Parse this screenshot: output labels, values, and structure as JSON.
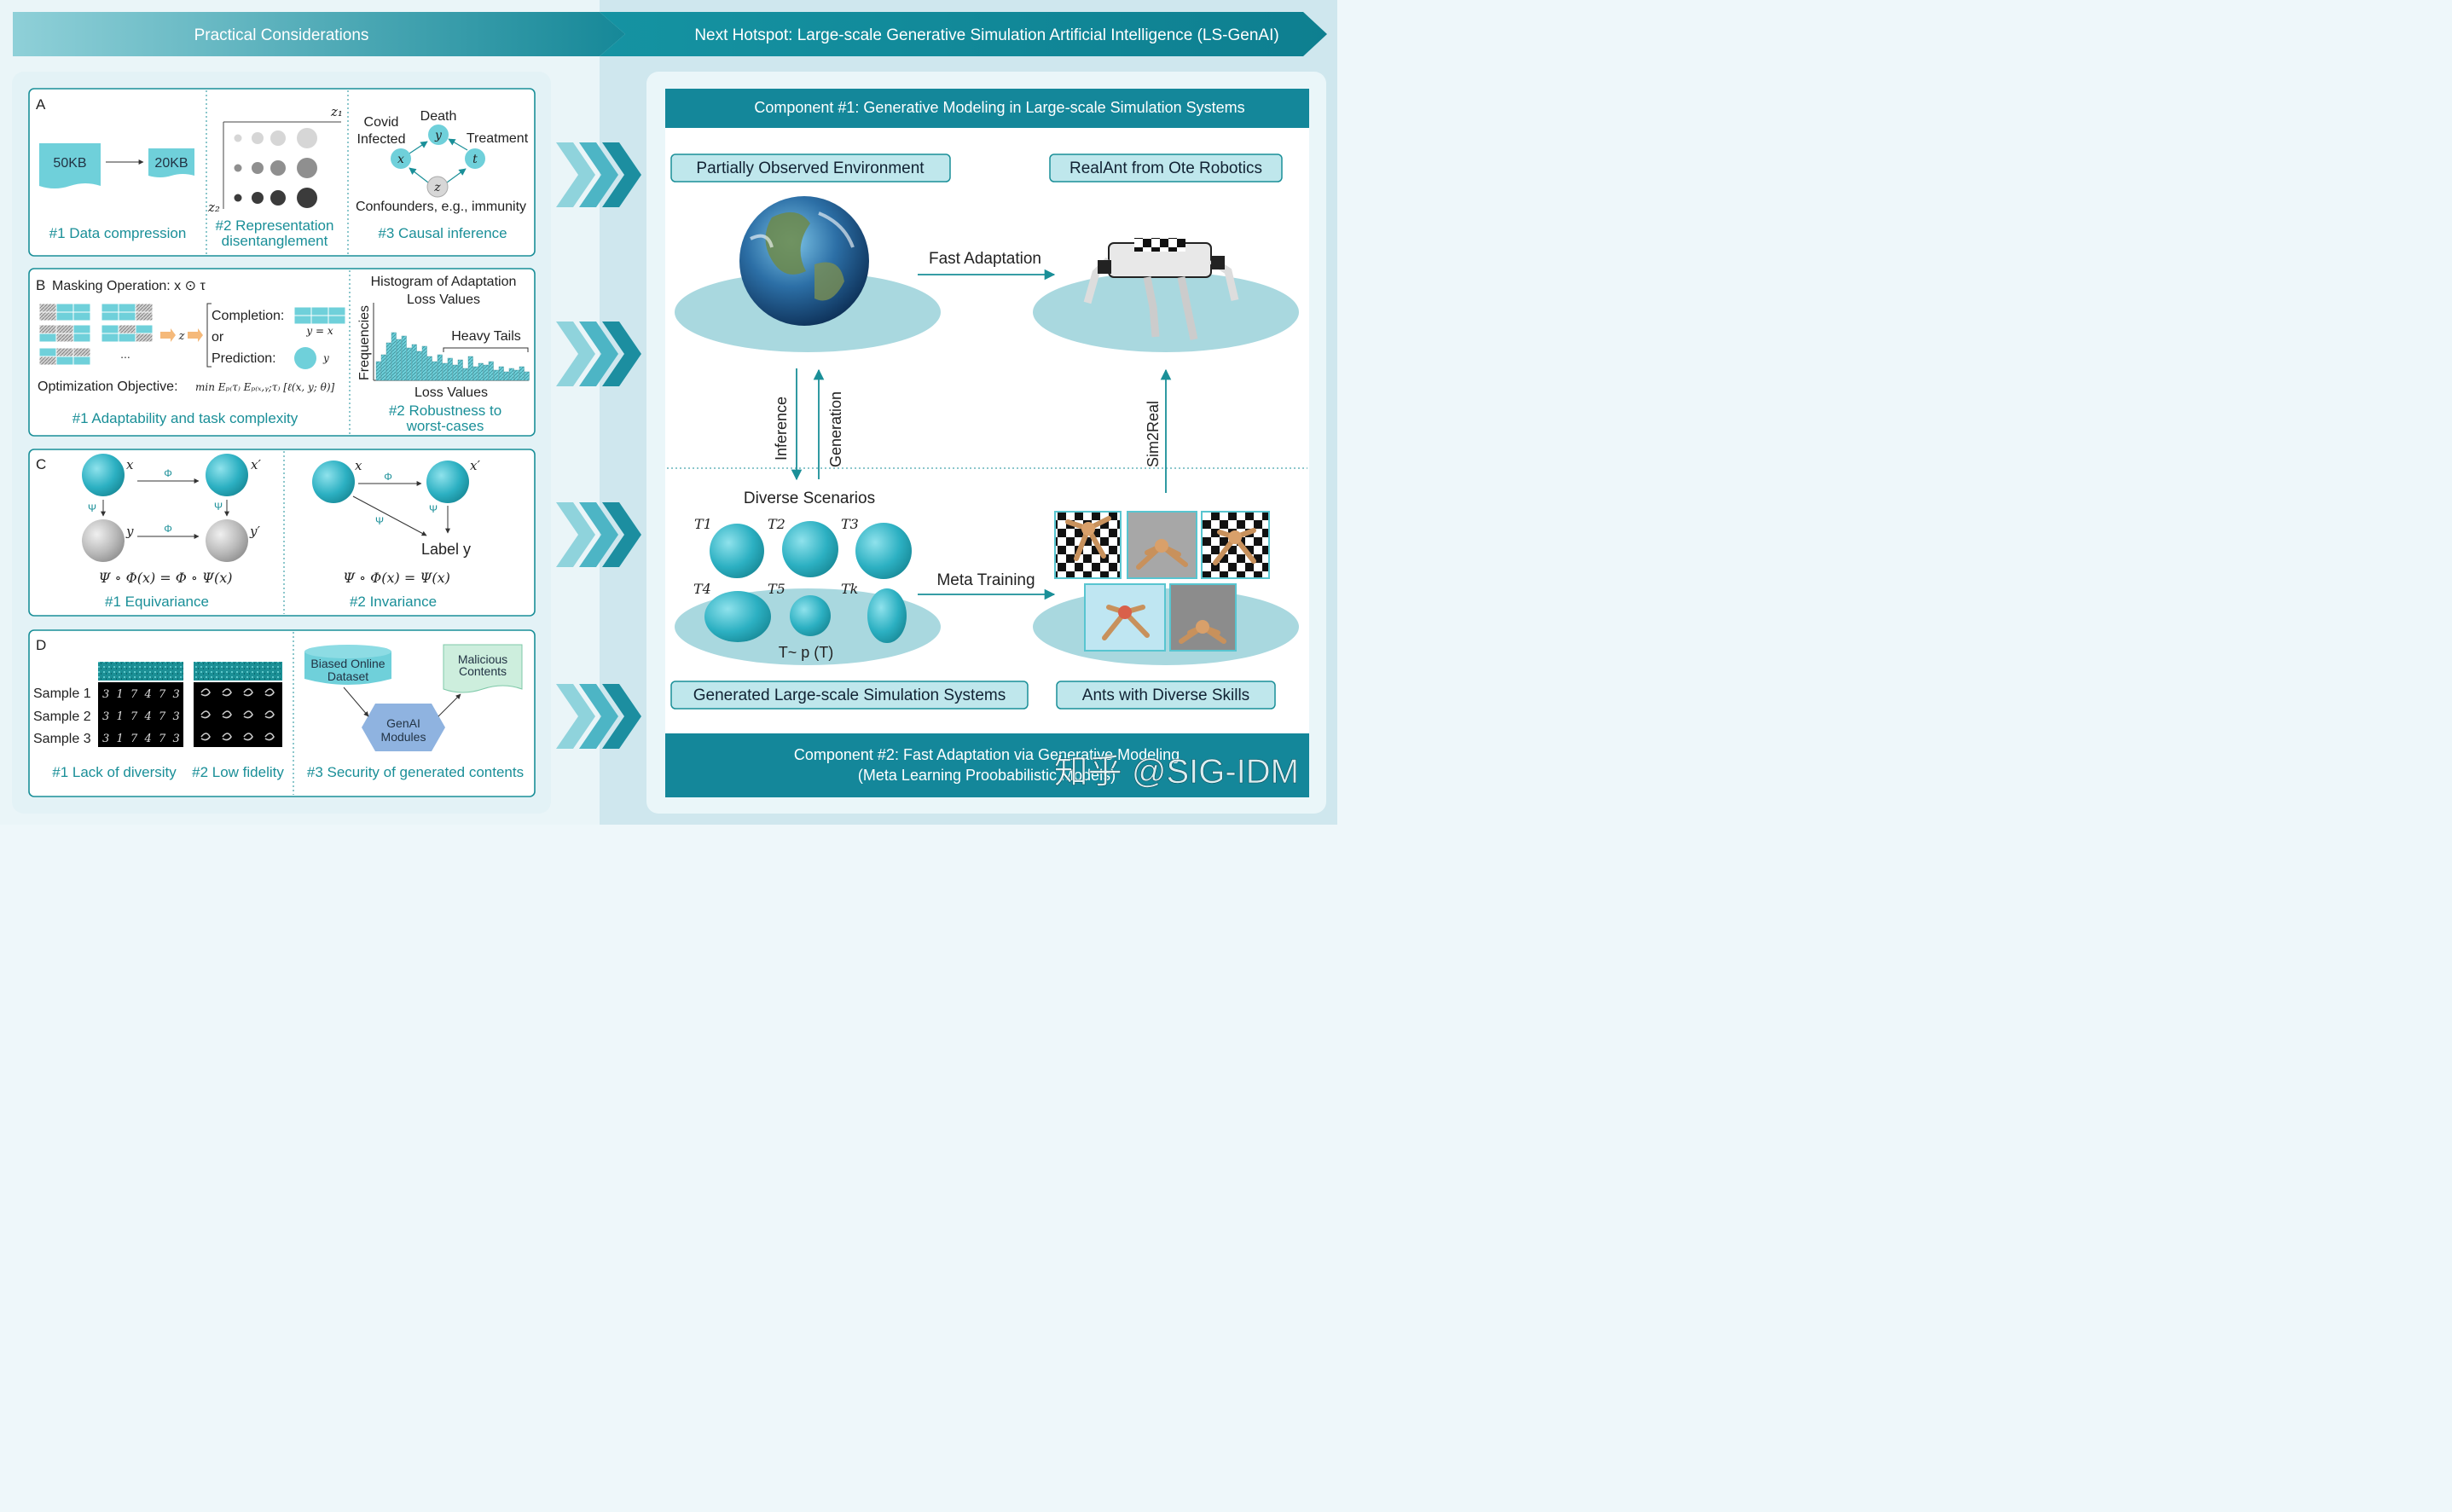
{
  "banner": {
    "left": "Practical Considerations",
    "right": "Next Hotspot: Large-scale Generative Simulation Artificial Intelligence (LS-GenAI)"
  },
  "panelA": {
    "letter": "A",
    "size_before": "50KB",
    "size_after": "20KB",
    "axis_z1": "z₁",
    "axis_z2": "z₂",
    "node_covid": "Covid",
    "node_infected": "Infected",
    "node_death": "Death",
    "node_treatment": "Treatment",
    "var_x": "x",
    "var_y": "y",
    "var_t": "t",
    "var_z": "z",
    "confounders": "Confounders, e.g., immunity",
    "cap1": "#1 Data compression",
    "cap2a": "#2 Representation",
    "cap2b": "disentanglement",
    "cap3": "#3 Causal inference"
  },
  "panelB": {
    "letter": "B",
    "masking": "Masking Operation: x ⊙ τ",
    "completion": "Completion:",
    "or": "or",
    "prediction": "Prediction:",
    "y_eq_x": "y = x",
    "y": "y",
    "z": "z",
    "ellipsis": "...",
    "objective_label": "Optimization Objective:",
    "objective_formula": "min Eₚ₍τ₎ Eₚ₍ₓ,ᵧ;τ₎ [ℓ(x, y; θ)]",
    "hist_title1": "Histogram of Adaptation",
    "hist_title2": "Loss Values",
    "heavy_tails": "Heavy Tails",
    "ylabel": "Frequencies",
    "xlabel": "Loss Values",
    "cap1": "#1 Adaptability and task complexity",
    "cap2a": "#2 Robustness to",
    "cap2b": "worst-cases"
  },
  "panelC": {
    "letter": "C",
    "x": "x",
    "xp": "x′",
    "y": "y",
    "yp": "y′",
    "phi": "Φ",
    "psi": "Ψ",
    "eq1": "Ψ ∘ Φ(x) = Φ ∘ Ψ(x)",
    "eq2": "Ψ ∘ Φ(x) = Ψ(x)",
    "label_y": "Label y",
    "cap1": "#1 Equivariance",
    "cap2": "#2 Invariance"
  },
  "panelD": {
    "letter": "D",
    "samples": [
      "Sample 1",
      "Sample 2",
      "Sample 3"
    ],
    "biased1": "Biased Online",
    "biased2": "Dataset",
    "malicious1": "Malicious",
    "malicious2": "Contents",
    "genai1": "GenAI",
    "genai2": "Modules",
    "cap1": "#1 Lack of diversity",
    "cap2": "#2 Low fidelity",
    "cap3": "#3 Security of generated contents"
  },
  "right": {
    "component1": "Component #1: Generative Modeling in Large-scale Simulation Systems",
    "partially": "Partially Observed Environment",
    "realant": "RealAnt from Ote Robotics",
    "fast_adaptation": "Fast Adaptation",
    "inference": "Inference",
    "generation": "Generation",
    "sim2real": "Sim2Real",
    "diverse": "Diverse Scenarios",
    "meta_training": "Meta Training",
    "t_dist": "T~ p (T)",
    "tasks": [
      "T1",
      "T2",
      "T3",
      "T4",
      "T5",
      "Tk"
    ],
    "generated": "Generated Large-scale Simulation Systems",
    "ants": "Ants with Diverse Skills",
    "component2a": "Component #2: Fast Adaptation via Generative Modeling",
    "component2b": "(Meta Learning Proobabilistic Models)",
    "watermark": "知乎 @SIG-IDM"
  },
  "colors": {
    "teal": "#14879a",
    "teal_text": "#1a8f98",
    "light_teal": "#6fd0da",
    "ellipse": "#a9d8df"
  }
}
